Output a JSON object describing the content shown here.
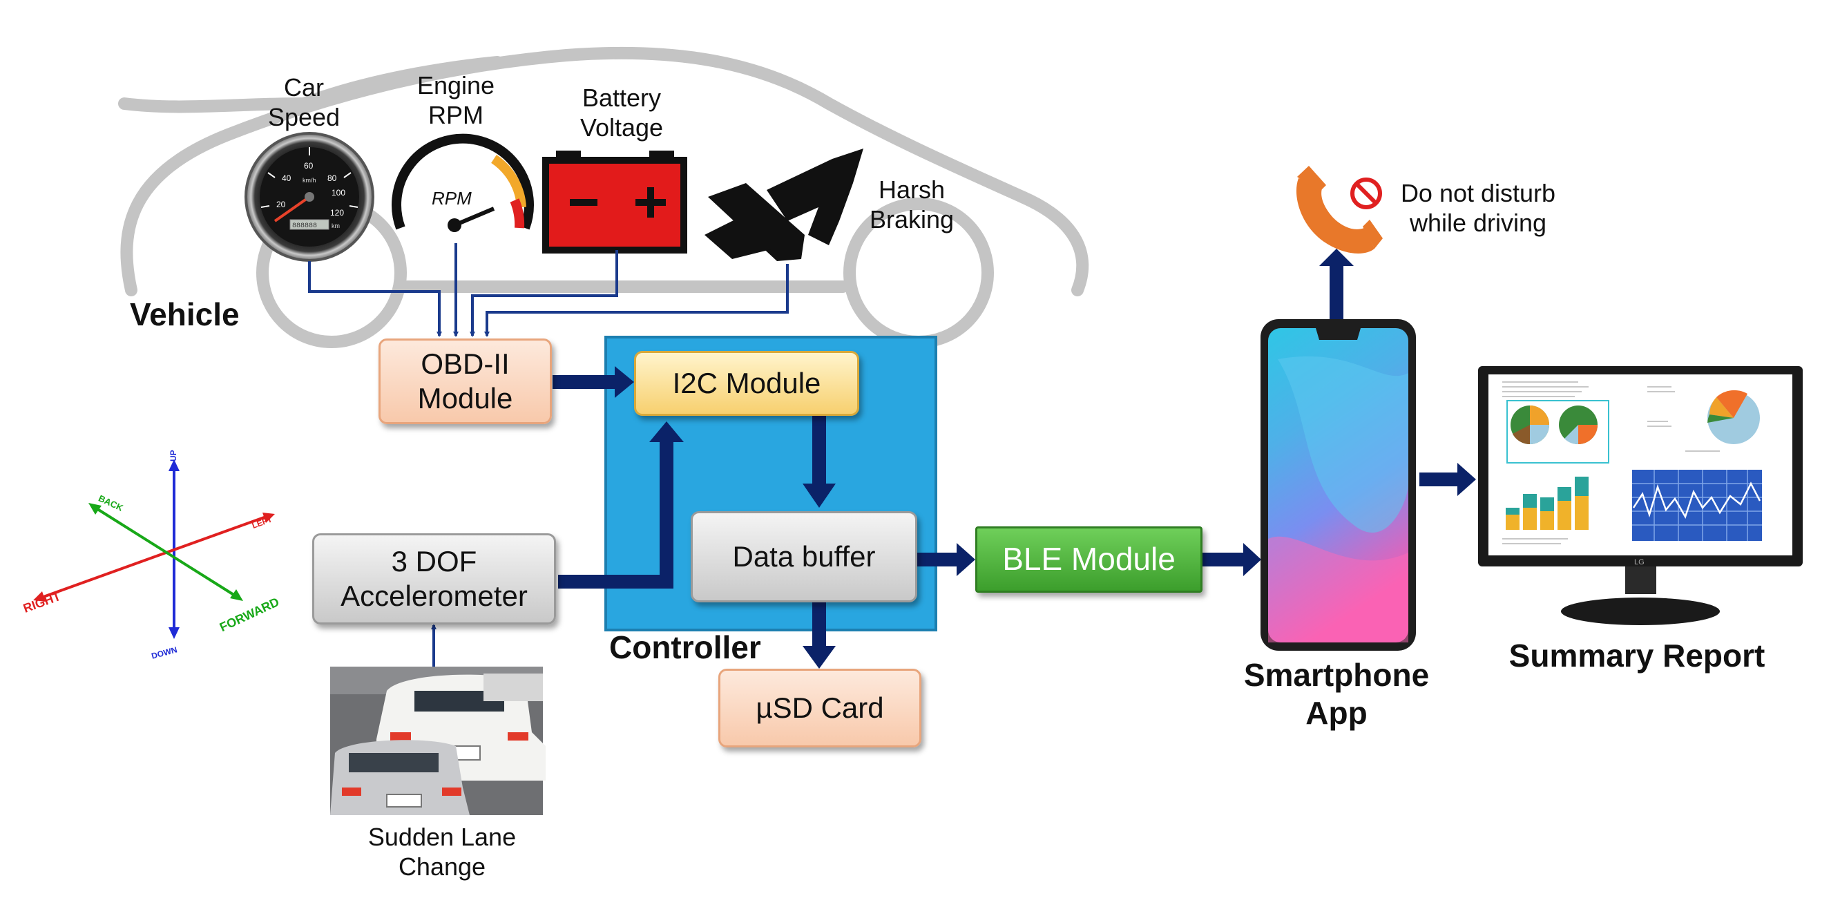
{
  "vehicle": {
    "title": "Vehicle",
    "car_speed": "Car\nSpeed",
    "engine_rpm": "Engine\nRPM",
    "battery_voltage": "Battery\nVoltage",
    "harsh_braking": "Harsh\nBraking",
    "gauge_rpm_text": "RPM",
    "gauge_speed_ticks": [
      "20",
      "40",
      "60",
      "80",
      "100",
      "120"
    ],
    "gauge_speed_unit": "km/h",
    "gauge_speed_odo": "888888",
    "gauge_speed_odo_unit": "km"
  },
  "modules": {
    "obd": "OBD-II\nModule",
    "i2c": "I2C Module",
    "data_buffer": "Data buffer",
    "ble": "BLE Module",
    "usd": "µSD Card",
    "accelerometer": "3 DOF\nAccelerometer",
    "controller": "Controller"
  },
  "axes": {
    "up": "UP",
    "down": "DOWN",
    "left": "LEFT",
    "right": "RIGHT",
    "back": "BACK",
    "forward": "FORWARD"
  },
  "lane_change": "Sudden Lane\nChange",
  "smartphone": "Smartphone\nApp",
  "dnd": "Do not disturb\nwhile driving",
  "summary": "Summary Report",
  "monitor_brand": "LG",
  "colors": {
    "arrow": "#0b2268",
    "thin_line": "#1a3a8c",
    "controller_bg": "#29a6e0",
    "phone_icon": "#e8782a",
    "battery_red": "#e21b1b",
    "axis_up": "#1f2bd6",
    "axis_left": "#e02020",
    "axis_forward": "#18a818"
  }
}
